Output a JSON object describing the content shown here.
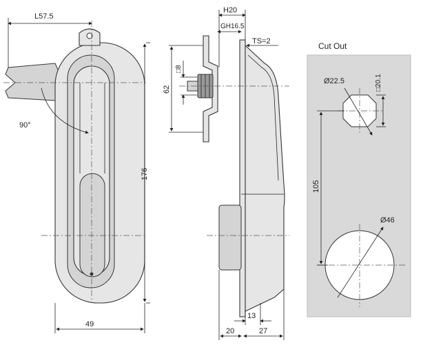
{
  "labels": {
    "l575": "L57.5",
    "angle90": "90°",
    "d176": "176",
    "d49": "49",
    "h20": "H20",
    "gh165": "GH16.5",
    "ts2": "TS=2",
    "sq8": "□8",
    "d62": "62",
    "d13": "13",
    "d20": "20",
    "d27": "27",
    "cutout_title": "Cut Out",
    "dia225": "Ø22.5",
    "sq201": "□20.1",
    "d105": "105",
    "dia46": "Ø46"
  },
  "colors": {
    "panel": "#d9d9d9",
    "body": "#e6e6e6",
    "line": "#222222"
  }
}
